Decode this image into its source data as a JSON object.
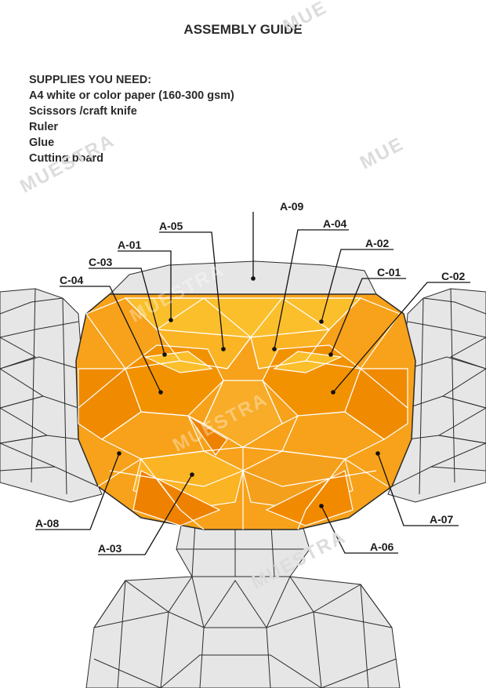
{
  "title": "ASSEMBLY GUIDE",
  "supplies": {
    "heading": "SUPPLIES YOU NEED:",
    "items": [
      "A4 white or color  paper (160-300 gsm)",
      "Scissors /craft knife",
      "Ruler",
      "Glue",
      "Cutting board"
    ]
  },
  "watermarks": [
    "MUE",
    "MUESTRA",
    "MUE",
    "MUESTRA",
    "MUESTRA",
    "MUESTRA"
  ],
  "parts": [
    "A-09",
    "A-05",
    "A-04",
    "A-01",
    "A-02",
    "C-03",
    "C-01",
    "C-04",
    "C-02",
    "A-08",
    "A-07",
    "A-03",
    "A-06"
  ],
  "colors": {
    "orange_dark": "#f08a00",
    "orange_mid": "#f7a21a",
    "orange_light": "#fbbf2c",
    "gray": "#e6e6e6",
    "outline": "#2b2b2b"
  }
}
